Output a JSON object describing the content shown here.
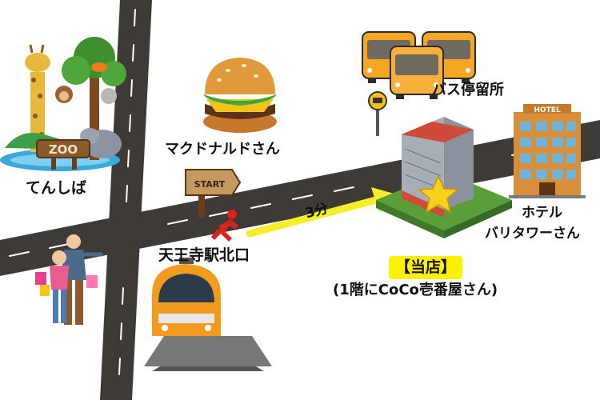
{
  "labels": {
    "zoo_sign": "ZOO",
    "tennoji_park": "てんしば",
    "mcdonalds": "マクドナルドさん",
    "bus_stop": "バス停留所",
    "start_sign": "START",
    "station": "天王寺駅北口",
    "walk_time": "3分",
    "hotel_sign": "HOTEL",
    "hotel_line1": "ホテル",
    "hotel_line2": "バリタワーさん",
    "our_store": "【当店】",
    "store_note": "(1階にCoCo壱番屋さん)"
  },
  "colors": {
    "road": "#3e3a36",
    "road_marking": "#ffffff",
    "arrow": "#f7ee2a",
    "highlight": "#fff200",
    "bus": "#f5a623",
    "runner": "#d9241c"
  },
  "icons": [
    "zoo-animals-icon",
    "hamburger-icon",
    "bus-icon",
    "bus-stop-sign-icon",
    "start-signpost-icon",
    "runner-icon",
    "train-icon",
    "shoppers-icon",
    "store-building-icon",
    "hotel-building-icon",
    "star-icon"
  ]
}
